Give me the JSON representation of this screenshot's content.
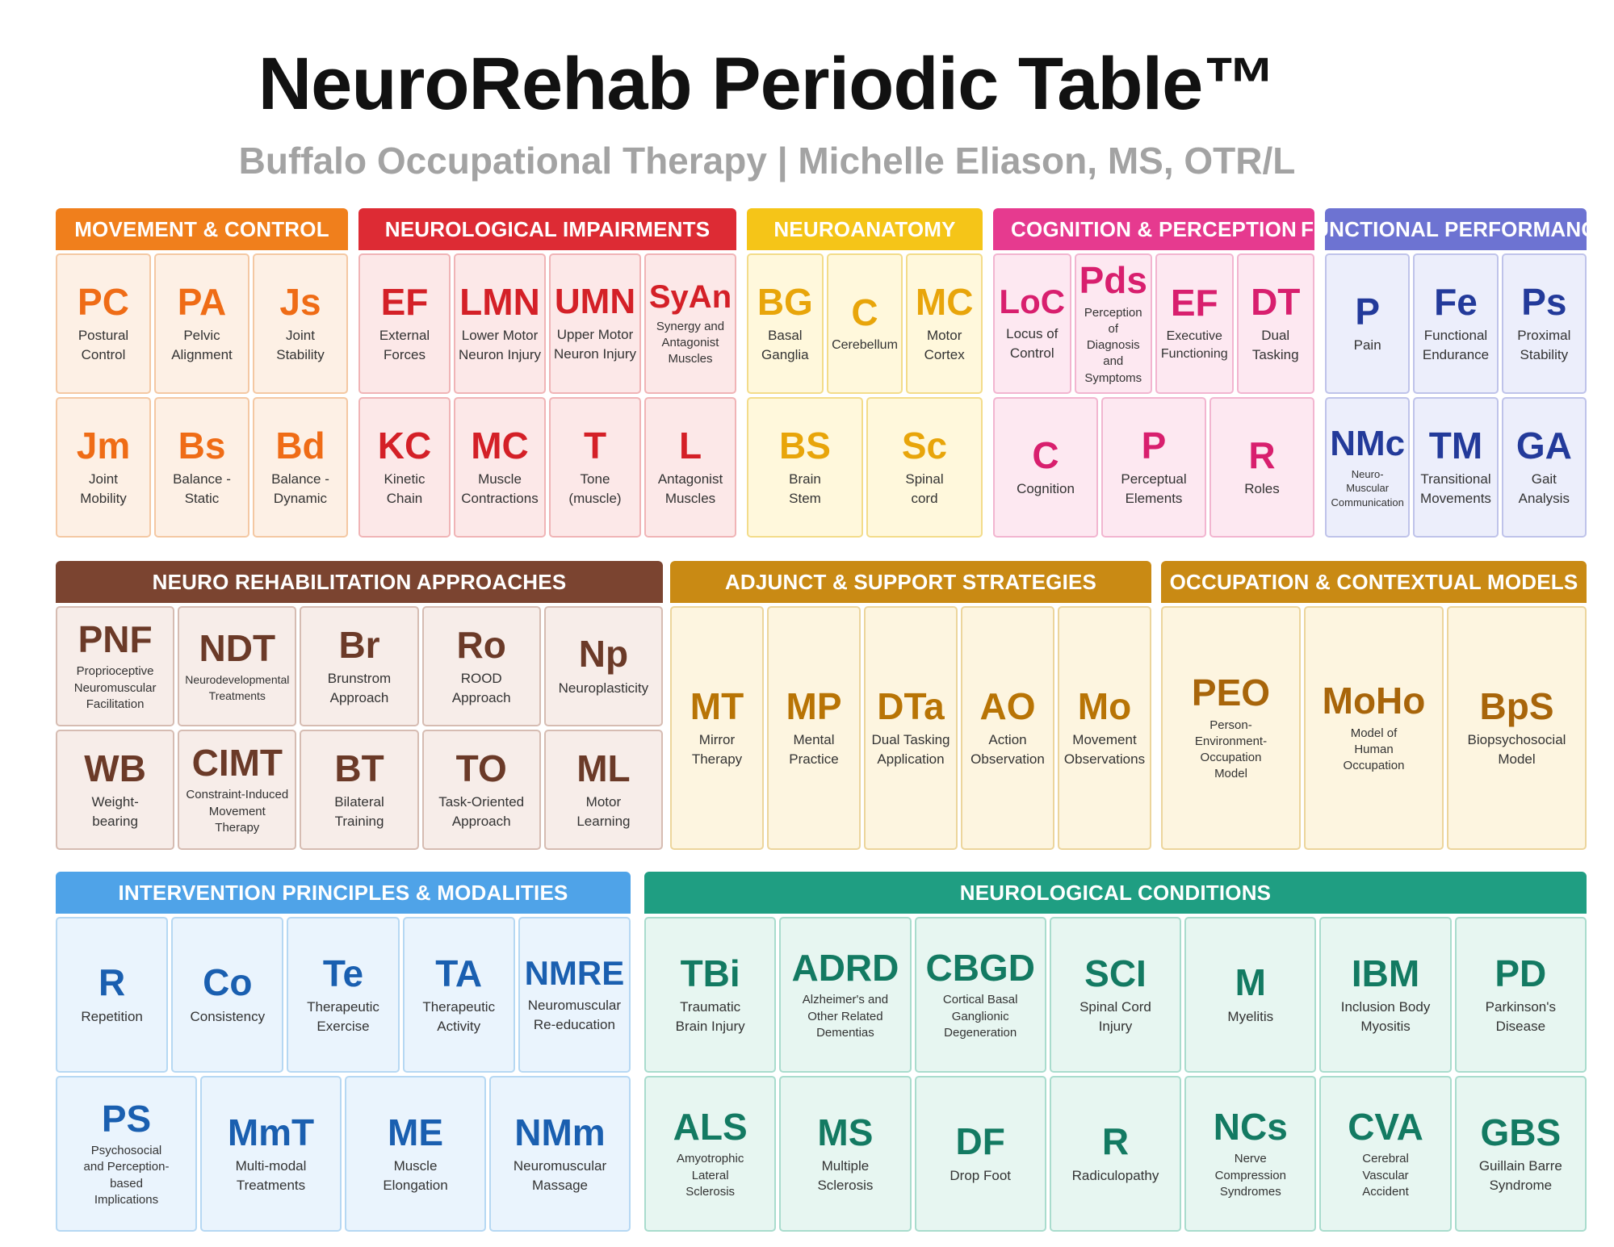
{
  "title": "NeuroRehab Periodic Table™",
  "subtitle": "Buffalo Occupational Therapy | Michelle Eliason, MS, OTR/L",
  "sections": [
    {
      "name": "movement-control",
      "header": "MOVEMENT & CONTROL",
      "colors": {
        "header": "#f07f1c",
        "symbol": "#ef6c16",
        "bg": "#fdf0e5",
        "border": "#f4c8a3"
      },
      "rows": [
        [
          {
            "sym": "PC",
            "name": "Postural\nControl"
          },
          {
            "sym": "PA",
            "name": "Pelvic\nAlignment"
          },
          {
            "sym": "Js",
            "name": "Joint\nStability"
          }
        ],
        [
          {
            "sym": "Jm",
            "name": "Joint\nMobility"
          },
          {
            "sym": "Bs",
            "name": "Balance -\nStatic"
          },
          {
            "sym": "Bd",
            "name": "Balance -\nDynamic"
          }
        ]
      ]
    },
    {
      "name": "neurological-impairments",
      "header": "NEUROLOGICAL IMPAIRMENTS",
      "colors": {
        "header": "#dd2b34",
        "symbol": "#d42027",
        "bg": "#fce8e8",
        "border": "#f0b4b6"
      },
      "rows": [
        [
          {
            "sym": "EF",
            "name": "External\nForces"
          },
          {
            "sym": "LMN",
            "name": "Lower Motor\nNeuron Injury"
          },
          {
            "sym": "UMN",
            "name": "Upper Motor\nNeuron Injury"
          },
          {
            "sym": "SyAn",
            "name": "Synergy and\nAntagonist\nMuscles"
          }
        ],
        [
          {
            "sym": "KC",
            "name": "Kinetic\nChain"
          },
          {
            "sym": "MC",
            "name": "Muscle\nContractions"
          },
          {
            "sym": "T",
            "name": "Tone\n(muscle)"
          },
          {
            "sym": "L",
            "name": "Antagonist\nMuscles"
          }
        ]
      ]
    },
    {
      "name": "neuroanatomy",
      "header": "NEUROANATOMY",
      "colors": {
        "header": "#f5c518",
        "symbol": "#e8a50a",
        "bg": "#fff8dc",
        "border": "#f3dc8a"
      },
      "rows": [
        [
          {
            "sym": "BG",
            "name": "Basal\nGanglia"
          },
          {
            "sym": "C",
            "name": "Cerebellum"
          },
          {
            "sym": "MC",
            "name": "Motor\nCortex"
          }
        ],
        [
          {
            "sym": "BS",
            "name": "Brain\nStem"
          },
          {
            "sym": "Sc",
            "name": "Spinal\ncord"
          }
        ]
      ]
    },
    {
      "name": "cognition-perception",
      "header": "COGNITION & PERCEPTION",
      "colors": {
        "header": "#e63a8f",
        "symbol": "#d81f6e",
        "bg": "#fde8f1",
        "border": "#f2b5d0"
      },
      "rows": [
        [
          {
            "sym": "LoC",
            "name": "Locus of\nControl"
          },
          {
            "sym": "Pds",
            "name": "Perception of\nDiagnosis and\nSymptoms"
          },
          {
            "sym": "EF",
            "name": "Executive\nFunctioning"
          },
          {
            "sym": "DT",
            "name": "Dual\nTasking"
          }
        ],
        [
          {
            "sym": "C",
            "name": "Cognition"
          },
          {
            "sym": "P",
            "name": "Perceptual\nElements"
          },
          {
            "sym": "R",
            "name": "Roles"
          }
        ]
      ]
    },
    {
      "name": "functional-performance",
      "header": "FUNCTIONAL PERFORMANCE",
      "colors": {
        "header": "#6d73d2",
        "symbol": "#233a9a",
        "bg": "#eceefb",
        "border": "#bfc3ea"
      },
      "rows": [
        [
          {
            "sym": "P",
            "name": "Pain"
          },
          {
            "sym": "Fe",
            "name": "Functional\nEndurance"
          },
          {
            "sym": "Ps",
            "name": "Proximal\nStability"
          }
        ],
        [
          {
            "sym": "NMc",
            "name": "Neuro-\nMuscular\nCommunication"
          },
          {
            "sym": "TM",
            "name": "Transitional\nMovements"
          },
          {
            "sym": "GA",
            "name": "Gait\nAnalysis"
          }
        ]
      ]
    },
    {
      "name": "neuro-rehabilitation-approaches",
      "header": "NEURO REHABILITATION APPROACHES",
      "colors": {
        "header": "#7b4430",
        "symbol": "#6b3a28",
        "bg": "#f7ede9",
        "border": "#d6bcb2"
      },
      "rows": [
        [
          {
            "sym": "PNF",
            "name": "Proprioceptive\nNeuromuscular\nFacilitation"
          },
          {
            "sym": "NDT",
            "name": "Neurodevelopmental\nTreatments"
          },
          {
            "sym": "Br",
            "name": "Brunstrom\nApproach"
          },
          {
            "sym": "Ro",
            "name": "ROOD\nApproach"
          },
          {
            "sym": "Np",
            "name": "Neuroplasticity"
          }
        ],
        [
          {
            "sym": "WB",
            "name": "Weight-\nbearing"
          },
          {
            "sym": "CIMT",
            "name": "Constraint-Induced\nMovement\nTherapy"
          },
          {
            "sym": "BT",
            "name": "Bilateral\nTraining"
          },
          {
            "sym": "TO",
            "name": "Task-Oriented\nApproach"
          },
          {
            "sym": "ML",
            "name": "Motor\nLearning"
          }
        ]
      ]
    },
    {
      "name": "adjunct-support-strategies",
      "header": "ADJUNCT & SUPPORT STRATEGIES",
      "colors": {
        "header": "#c98a14",
        "symbol": "#b87405",
        "bg": "#fdf5e0",
        "border": "#ecd59c"
      },
      "rows": [
        [
          {
            "sym": "MT",
            "name": "Mirror\nTherapy"
          },
          {
            "sym": "MP",
            "name": "Mental\nPractice"
          },
          {
            "sym": "DTa",
            "name": "Dual Tasking\nApplication"
          },
          {
            "sym": "AO",
            "name": "Action\nObservation"
          },
          {
            "sym": "Mo",
            "name": "Movement\nObservations"
          }
        ]
      ]
    },
    {
      "name": "occupation-contextual-models",
      "header": "OCCUPATION & CONTEXTUAL MODELS",
      "colors": {
        "header": "#c98a14",
        "symbol": "#a8650a",
        "bg": "#fdf5e0",
        "border": "#ecd59c"
      },
      "rows": [
        [
          {
            "sym": "PEO",
            "name": "Person-\nEnvironment-\nOccupation\nModel"
          },
          {
            "sym": "MoHo",
            "name": "Model of\nHuman\nOccupation"
          },
          {
            "sym": "BpS",
            "name": "Biopsychosocial\nModel"
          }
        ]
      ]
    },
    {
      "name": "intervention-principles-modalities",
      "header": "INTERVENTION PRINCIPLES & MODALITIES",
      "colors": {
        "header": "#4fa3e8",
        "symbol": "#1a5fb0",
        "bg": "#eaf4fd",
        "border": "#b6d8f3"
      },
      "rows": [
        [
          {
            "sym": "R",
            "name": "Repetition"
          },
          {
            "sym": "Co",
            "name": "Consistency"
          },
          {
            "sym": "Te",
            "name": "Therapeutic\nExercise"
          },
          {
            "sym": "TA",
            "name": "Therapeutic\nActivity"
          },
          {
            "sym": "NMRE",
            "name": "Neuromuscular\nRe-education"
          }
        ],
        [
          {
            "sym": "PS",
            "name": "Psychosocial\nand Perception-\nbased\nImplications"
          },
          {
            "sym": "MmT",
            "name": "Multi-modal\nTreatments"
          },
          {
            "sym": "ME",
            "name": "Muscle\nElongation"
          },
          {
            "sym": "NMm",
            "name": "Neuromuscular\nMassage"
          }
        ]
      ]
    },
    {
      "name": "neurological-conditions",
      "header": "NEUROLOGICAL CONDITIONS",
      "colors": {
        "header": "#1f9e82",
        "symbol": "#137a62",
        "bg": "#e7f6f1",
        "border": "#a9dccd"
      },
      "rows": [
        [
          {
            "sym": "TBi",
            "name": "Traumatic\nBrain Injury"
          },
          {
            "sym": "ADRD",
            "name": "Alzheimer's and\nOther Related\nDementias"
          },
          {
            "sym": "CBGD",
            "name": "Cortical Basal\nGanglionic\nDegeneration"
          },
          {
            "sym": "SCI",
            "name": "Spinal Cord\nInjury"
          },
          {
            "sym": "M",
            "name": "Myelitis"
          },
          {
            "sym": "IBM",
            "name": "Inclusion Body\nMyositis"
          },
          {
            "sym": "PD",
            "name": "Parkinson's\nDisease"
          }
        ],
        [
          {
            "sym": "ALS",
            "name": "Amyotrophic\nLateral\nSclerosis"
          },
          {
            "sym": "MS",
            "name": "Multiple\nSclerosis"
          },
          {
            "sym": "DF",
            "name": "Drop Foot"
          },
          {
            "sym": "R",
            "name": "Radiculopathy"
          },
          {
            "sym": "NCs",
            "name": "Nerve\nCompression\nSyndromes"
          },
          {
            "sym": "CVA",
            "name": "Cerebral\nVascular\nAccident"
          },
          {
            "sym": "GBS",
            "name": "Guillain Barre\nSyndrome"
          }
        ]
      ]
    }
  ]
}
